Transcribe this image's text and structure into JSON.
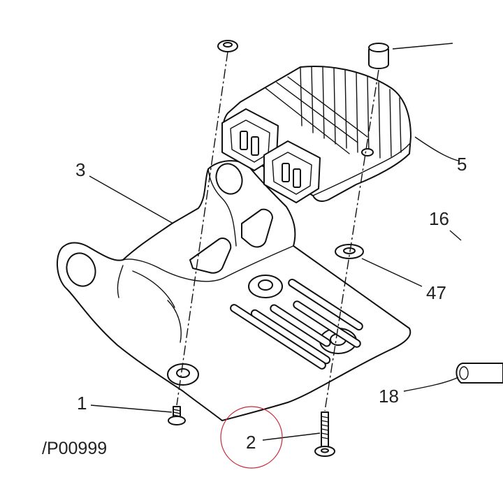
{
  "figure": {
    "drawing_code": "/P00999",
    "highlight_color": "#c8283c",
    "callouts": [
      {
        "id": "part-1",
        "text": "1"
      },
      {
        "id": "part-2",
        "text": "2"
      },
      {
        "id": "part-3",
        "text": "3"
      },
      {
        "id": "part-5",
        "text": "5"
      },
      {
        "id": "part-16",
        "text": "16"
      },
      {
        "id": "part-18",
        "text": "18"
      },
      {
        "id": "part-47",
        "text": "47"
      }
    ]
  }
}
